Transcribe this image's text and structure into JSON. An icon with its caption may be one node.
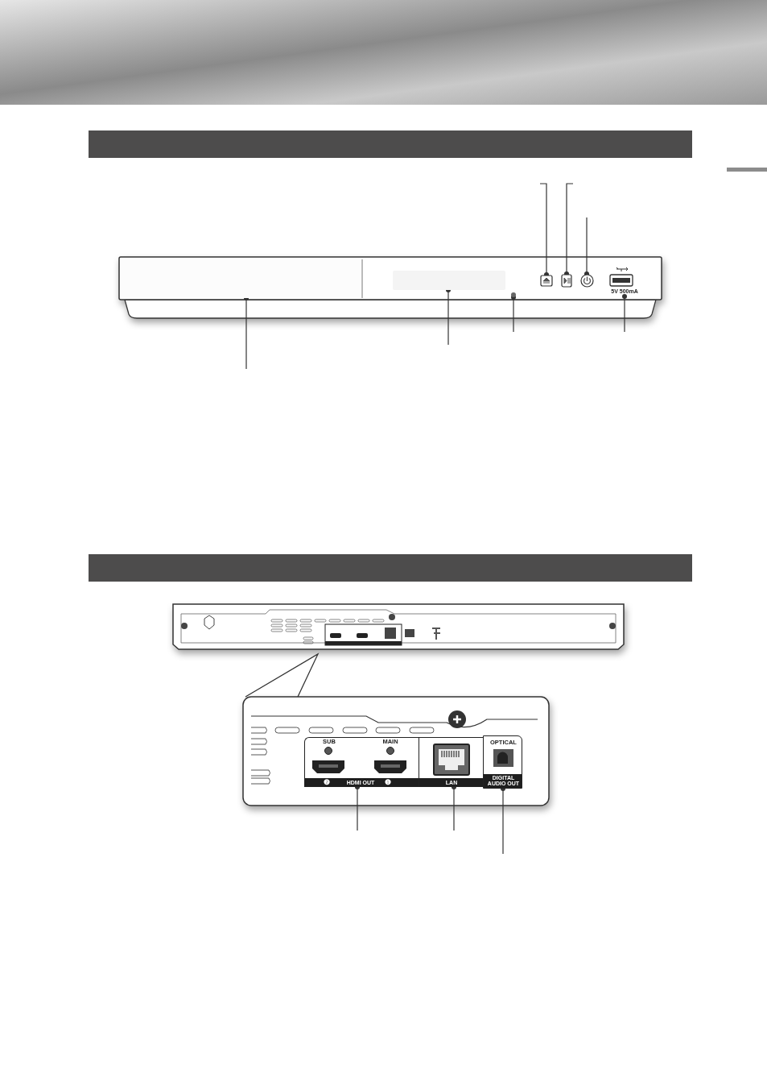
{
  "diagram": {
    "nodes": [
      {
        "text": [],
        "shape": "box"
      },
      {
        "text": [],
        "shape": "box"
      },
      {
        "text": [],
        "shape": "circle"
      },
      {
        "text": [],
        "shape": "box"
      },
      {
        "text": [],
        "shape": "box"
      },
      {
        "text": [],
        "shape": "circle"
      },
      {
        "text": [
          "5V 500mA"
        ]
      },
      {
        "text": [
          "SUB",
          "MAIN",
          "❷",
          "HDMI OUT",
          "❶"
        ]
      },
      {
        "text": [
          "LAN"
        ]
      },
      {
        "text": [
          "OPTICAL",
          "DIGITAL AUDIO OUT"
        ]
      }
    ],
    "edges": [
      {
        "from": null,
        "to": 0,
        "arrow": "other"
      },
      {
        "from": null,
        "to": 1,
        "arrow": "other"
      },
      {
        "from": null,
        "to": 2,
        "arrow": "other"
      },
      {
        "from": null,
        "to": 3,
        "arrow": "other"
      },
      {
        "from": null,
        "to": 4,
        "arrow": "other"
      },
      {
        "from": null,
        "to": 5,
        "arrow": "other"
      },
      {
        "from": null,
        "to": 6,
        "arrow": "other"
      },
      {
        "from": null,
        "to": 7,
        "arrow": "other"
      },
      {
        "from": null,
        "to": 8,
        "arrow": "other"
      },
      {
        "from": null,
        "to": 9,
        "arrow": "other"
      }
    ]
  }
}
